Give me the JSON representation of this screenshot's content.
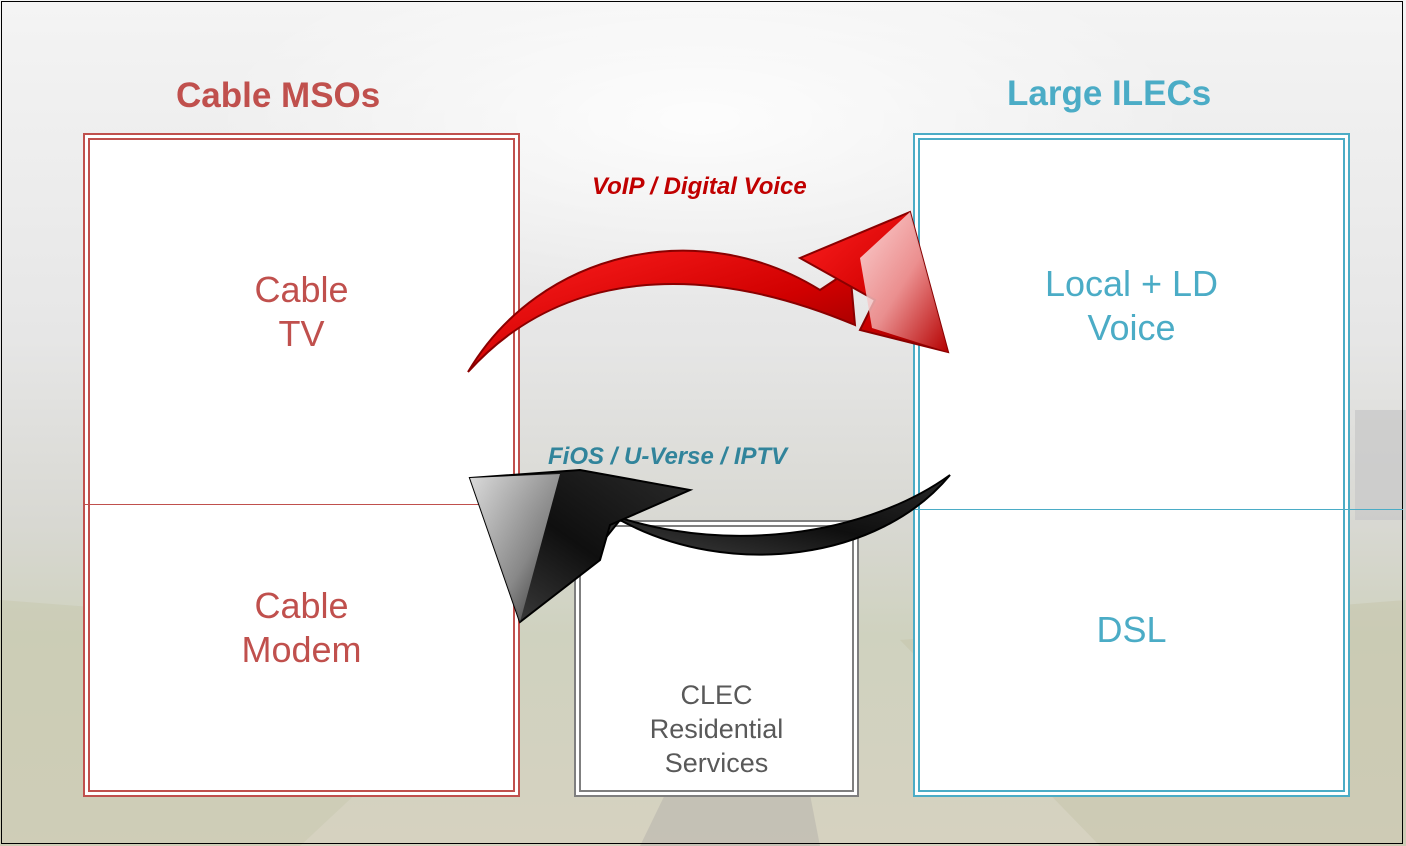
{
  "diagram": {
    "left_group": {
      "title": "Cable MSOs",
      "top_cell": "Cable\nTV",
      "bottom_cell": "Cable\nModem",
      "color": "#c0504d"
    },
    "right_group": {
      "title": "Large ILECs",
      "top_cell": "Local + LD\nVoice",
      "bottom_cell": "DSL",
      "color": "#4bacc6"
    },
    "middle_box": {
      "text": "CLEC\nResidential\nServices",
      "color": "#7f7f7f"
    },
    "arrows": {
      "top_label": "VoIP / Digital Voice",
      "top_color": "#e00000",
      "bottom_label": "FiOS / U-Verse / IPTV",
      "bottom_color": "#1a1a1a"
    }
  }
}
